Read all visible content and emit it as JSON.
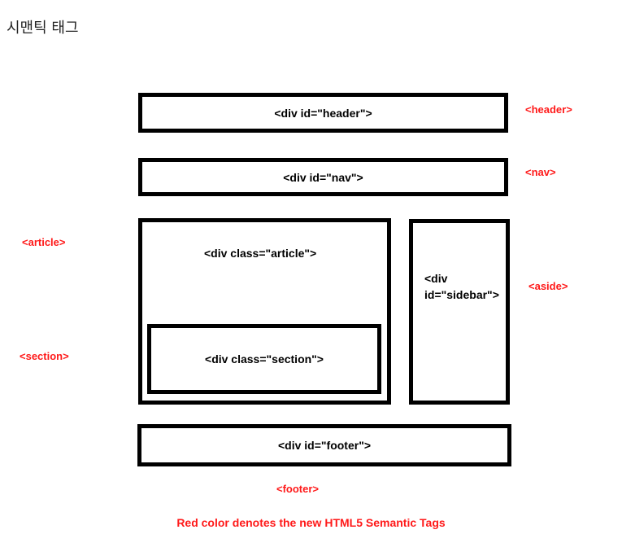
{
  "title": "시맨틱 태그",
  "boxes": {
    "header": "<div id=\"header\">",
    "nav": "<div id=\"nav\">",
    "article": "<div class=\"article\">",
    "section": "<div class=\"section\">",
    "sidebar_line1": "<div",
    "sidebar_line2": "id=\"sidebar\">",
    "footer": "<div id=\"footer\">"
  },
  "tags": {
    "header": "<header>",
    "nav": "<nav>",
    "article": "<article>",
    "section": "<section>",
    "aside": "<aside>",
    "footer": "<footer>"
  },
  "caption": "Red color denotes the new HTML5 Semantic Tags",
  "colors": {
    "box_border": "#000000",
    "semantic_tag": "#ff1a1a",
    "title_text": "#222222"
  }
}
